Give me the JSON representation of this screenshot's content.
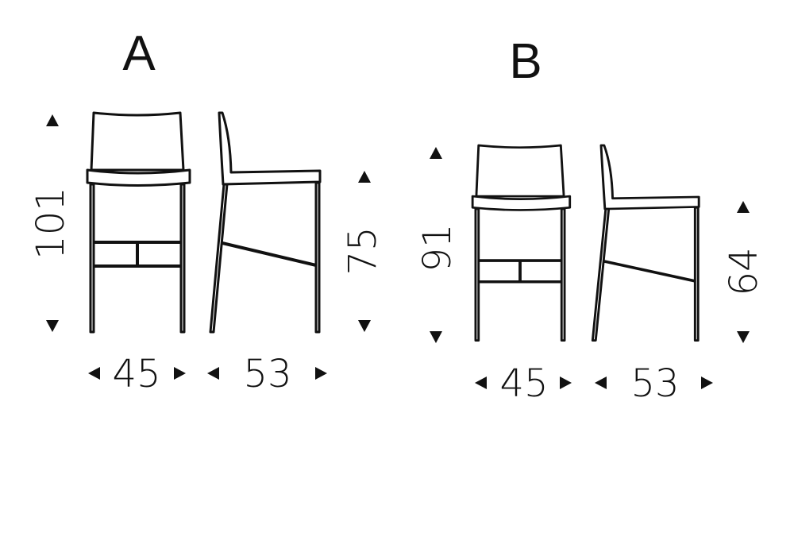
{
  "variants": [
    {
      "label": "A",
      "height_total": "101",
      "seat_height": "75",
      "width": "45",
      "depth": "53"
    },
    {
      "label": "B",
      "height_total": "91",
      "seat_height": "64",
      "width": "45",
      "depth": "53"
    }
  ],
  "colors": {
    "line": "#111111",
    "background": "#ffffff"
  }
}
